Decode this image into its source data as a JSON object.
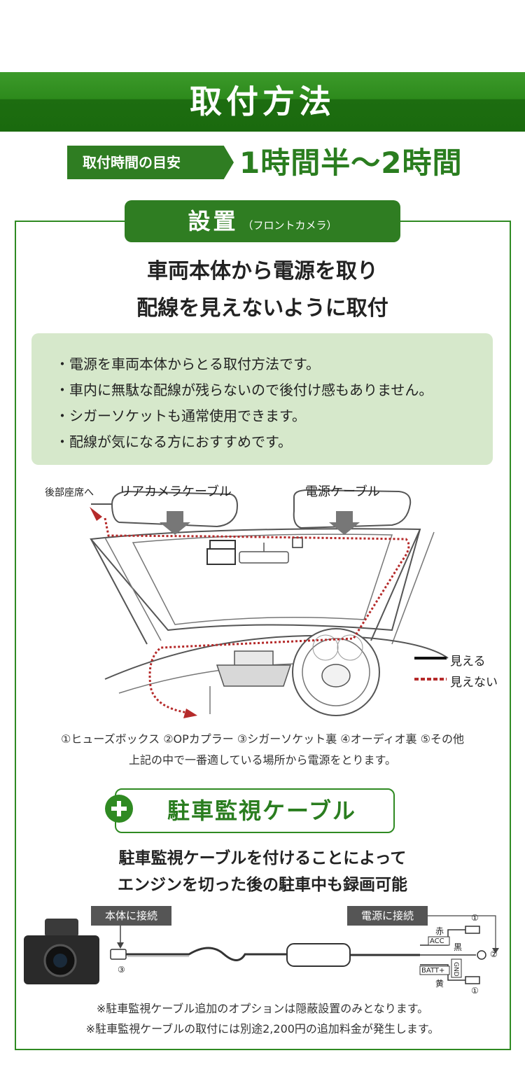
{
  "banner": {
    "title": "取付方法"
  },
  "time": {
    "label": "取付時間の目安",
    "value": "1時間半〜2時間"
  },
  "section": {
    "title": "設置",
    "subtitle": "（フロントカメラ）"
  },
  "headline": {
    "line1": "車両本体から電源を取り",
    "line2": "配線を見えないように取付"
  },
  "info": {
    "items": [
      "・電源を車両本体からとる取付方法です。",
      "・車内に無駄な配線が残らないので後付け感もありません。",
      "・シガーソケットも通常使用できます。",
      "・配線が気になる方におすすめです。"
    ]
  },
  "diagram": {
    "rear_seat": "後部座席へ",
    "rear_cable": "リアカメラケーブル",
    "power_cable": "電源ケーブル",
    "legend_visible": "見える",
    "legend_hidden": "見えない",
    "line_color_visible": "#111111",
    "line_color_hidden": "#b52a2a"
  },
  "power_note": {
    "line1": "①ヒューズボックス ②OPカプラー ③シガーソケット裏 ④オーディオ裏 ⑤その他",
    "line2": "上記の中で一番適している場所から電源をとります。"
  },
  "parking": {
    "title": "駐車監視ケーブル",
    "desc1": "駐車監視ケーブルを付けることによって",
    "desc2": "エンジンを切った後の駐車中も録画可能",
    "tag_body": "本体に接続",
    "tag_power": "電源に接続",
    "n1": "①",
    "n2": "②",
    "n3": "③",
    "red": "赤",
    "black": "黒",
    "yellow": "黄",
    "acc": "ACC",
    "batt": "BATT+",
    "gnd": "GND",
    "note1": "※駐車監視ケーブル追加のオプションは隠蔽設置のみとなります。",
    "note2": "※駐車監視ケーブルの取付には別途2,200円の追加料金が発生します。"
  },
  "colors": {
    "brand_green": "#2f7d22",
    "info_bg": "#d6e8cb"
  }
}
